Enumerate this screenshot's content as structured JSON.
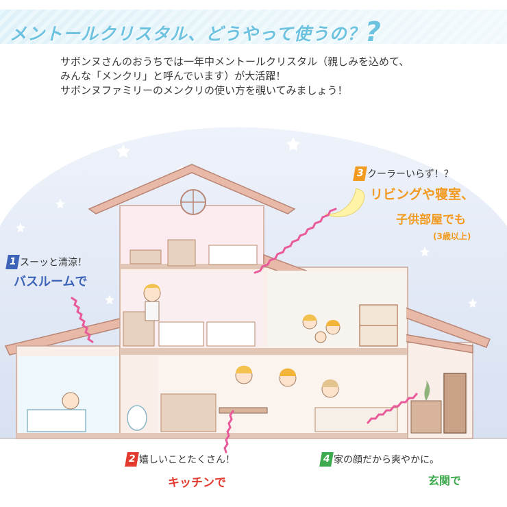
{
  "title": {
    "text": "メントールクリスタル、どうやって使うの？",
    "qmark": "?"
  },
  "intro": {
    "line1": "サボンヌさんのおうちでは一年中メントールクリスタル（親しみを込めて、",
    "line2": "みんな「メンクリ」と呼んでいます）が大活躍！",
    "line3": "サボンヌファミリーのメンクリの使い方を覗いてみましょう！"
  },
  "callouts": [
    {
      "num": "1",
      "sub": "スーッと清涼！",
      "main": "バスルームで",
      "color": "#3d63b8"
    },
    {
      "num": "2",
      "sub": "嬉しいことたくさん！",
      "main": "キッチンで",
      "color": "#e23a2e"
    },
    {
      "num": "3",
      "sub": "クーラーいらず！？",
      "main1": "リビングや寝室、",
      "main2": "子供部屋でも",
      "note": "(3歳以上)",
      "color": "#f29a1f"
    },
    {
      "num": "4",
      "sub": "家の顔だから爽やかに。",
      "main": "玄関で",
      "color": "#3da94d"
    }
  ],
  "colors": {
    "title": "#6cc2df",
    "sky": "#dde5f4",
    "roof": "#e9b9a8",
    "wall": "#f9eee8",
    "crystal_line": "#e85a9a"
  }
}
